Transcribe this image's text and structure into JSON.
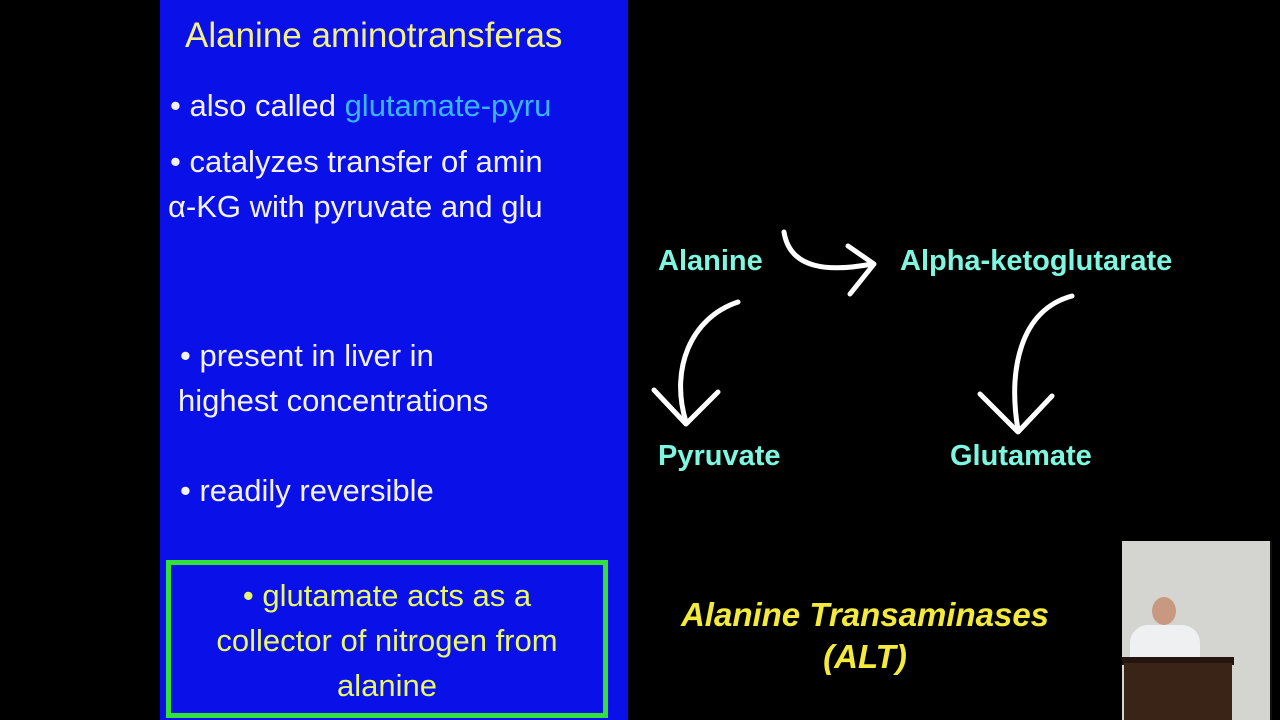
{
  "slide": {
    "title": "Alanine aminotransferas",
    "bullet1_prefix": "•  also called ",
    "bullet1_highlight": "glutamate-pyru",
    "bullet2_line1": "•  catalyzes transfer of amin",
    "bullet2_line2": "α-KG with pyruvate and glu",
    "bullet3_line1": "•  present in liver in",
    "bullet3_line2": "highest concentrations",
    "bullet4": "•  readily reversible",
    "callout_line1": "•  glutamate acts as a",
    "callout_line2": "collector of nitrogen from",
    "callout_line3": "alanine"
  },
  "diagram": {
    "alanine": "Alanine",
    "alpha_ketoglutarate": "Alpha-ketoglutarate",
    "pyruvate": "Pyruvate",
    "glutamate": "Glutamate"
  },
  "caption": {
    "line1": "Alanine Transaminases",
    "line2": "(ALT)"
  },
  "colors": {
    "slide_bg": "#0a10e8",
    "slide_title": "#f3f08a",
    "highlight": "#39b6ff",
    "callout_border": "#32e23a",
    "callout_text": "#e8f86a",
    "diagram_text": "#7ff6e0",
    "caption_text": "#f4ea3c"
  }
}
